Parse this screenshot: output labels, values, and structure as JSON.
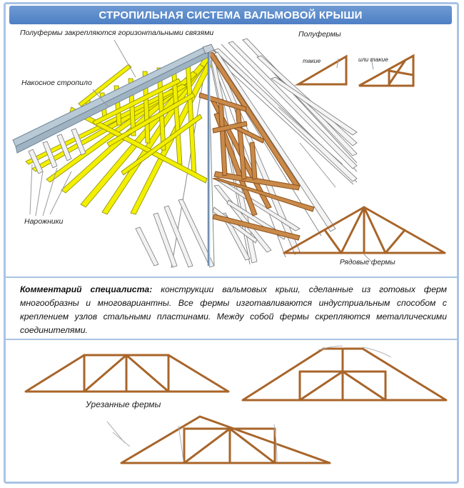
{
  "title": "СТРОПИЛЬНАЯ СИСТЕМА ВАЛЬМОВОЙ КРЫШИ",
  "labels": {
    "half_trusses_fixed": "Полуфермы закрепляются горизонтальными связями",
    "diagonal_rafter": "Накосное стропило",
    "jack_rafters": "Нарожники",
    "half_trusses": "Полуфермы",
    "such": "такие",
    "or_such": "или такие",
    "common_trusses": "Рядовые фермы",
    "truncated_trusses": "Урезанные фермы"
  },
  "comment": {
    "lead": "Комментарий специалиста:",
    "text": "конструкции вальмовых крыш, сделанные из готовых ферм многообразны и многовариантны. Все фермы изготавливаются индустриальным способом с креплением узлов стальными пластинами. Между собой фермы скрепляются металлическими соединителями."
  },
  "colors": {
    "title_bar": "#5a88c8",
    "border": "#a9c4e4",
    "truss_wood": "#a8652a",
    "yellow_truss": "#f2ef00",
    "roof_edge": "#9db4c8"
  }
}
